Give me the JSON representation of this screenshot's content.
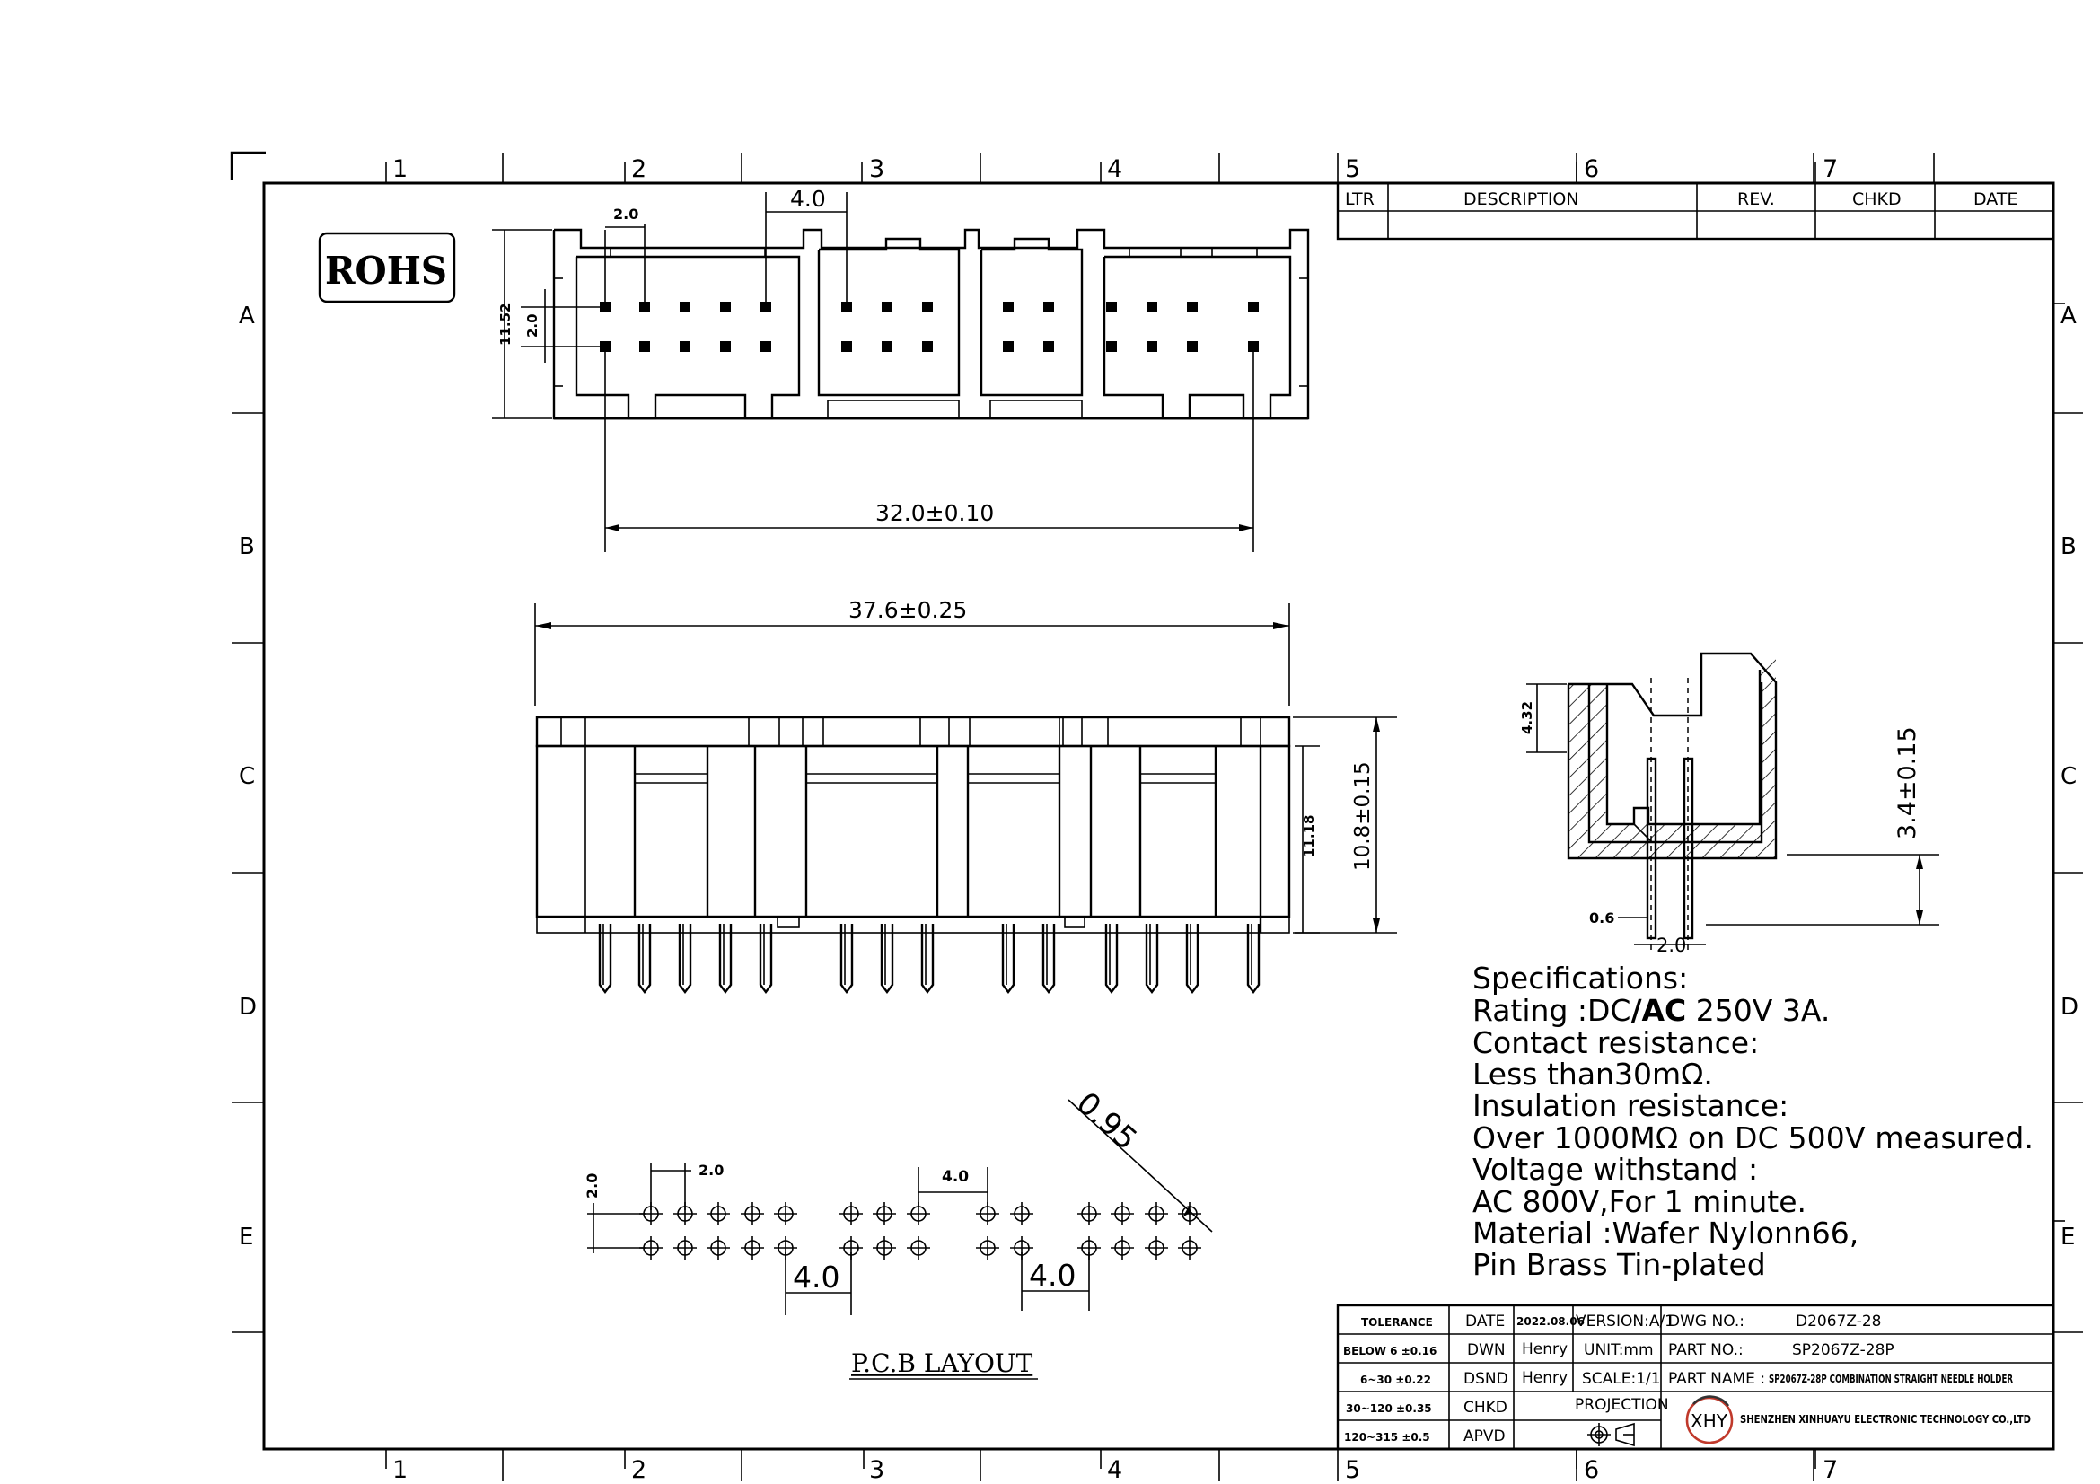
{
  "frame": {
    "columns": [
      "1",
      "2",
      "3",
      "4",
      "5",
      "6",
      "7"
    ],
    "rows": [
      "A",
      "B",
      "C",
      "D",
      "E"
    ]
  },
  "rohs_label": "ROHS",
  "revision_table": {
    "headers": [
      "LTR",
      "DESCRIPTION",
      "REV.",
      "CHKD",
      "DATE"
    ]
  },
  "dimensions": {
    "top_pitch": "2.0",
    "top_module": "4.0",
    "top_height": "11.52",
    "top_row_pitch": "2.0",
    "top_span": "32.0±0.10",
    "front_length": "37.6±0.25",
    "front_height": "10.8±0.15",
    "front_body": "11.18",
    "side_height": "4.32",
    "side_pin": "3.4±0.15",
    "side_pin_dia": "0.6",
    "side_pitch": "2.0",
    "pcb_hole": "0.95",
    "pcb_pitch": "2.0",
    "pcb_row": "2.0",
    "pcb_module_top": "4.0",
    "pcb_module_a": "4.0",
    "pcb_module_b": "4.0"
  },
  "pcb_layout_label": "P.C.B LAYOUT",
  "specifications": {
    "title": "Specifications:",
    "rating_a": "Rating :DC",
    "rating_b": "/AC",
    "rating_c": " 250V 3A.",
    "line3": "Contact resistance:",
    "line4": "Less than30mΩ.",
    "line5": "Insulation resistance:",
    "line6": "Over 1000MΩ on DC 500V measured.",
    "line7": "Voltage withstand :",
    "line8": "AC 800V,For 1 minute.",
    "line9": "Material :Wafer Nylonn66,",
    "line10": "Pin Brass Tin-plated"
  },
  "title_block": {
    "tolerance_header": "TOLERANCE",
    "tol1": "BELOW 6  ±0.16",
    "tol2": "6~30  ±0.22",
    "tol3": "30~120  ±0.35",
    "tol4": "120~315  ±0.5",
    "date_label": "DATE",
    "date_value": "2022.08.06",
    "dwn_label": "DWN",
    "dwn_value": "Henry",
    "dsnd_label": "DSND",
    "dsnd_value": "Henry",
    "chkd_label": "CHKD",
    "apvd_label": "APVD",
    "version": "VERSION:A/1",
    "unit": "UNIT:mm",
    "scale": "SCALE:1/1",
    "projection": "PROJECTION",
    "dwg_no_label": "DWG NO.:",
    "dwg_no_value": "D2067Z-28",
    "part_no_label": "PART NO.:",
    "part_no_value": "SP2067Z-28P",
    "part_name_label": "PART NAME :",
    "part_name_value": "SP2067Z-28P COMBINATION STRAIGHT NEEDLE HOLDER",
    "logo": "XHY",
    "company": "SHENZHEN XINHUAYU ELECTRONIC TECHNOLOGY CO.,LTD"
  }
}
